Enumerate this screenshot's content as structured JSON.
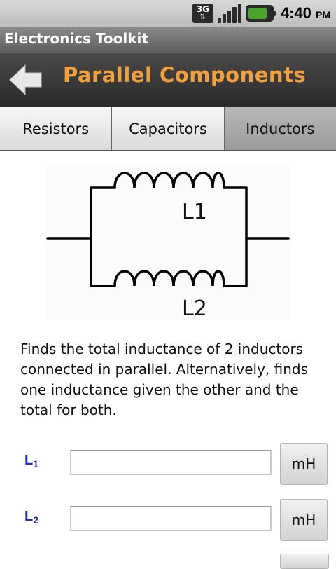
{
  "status_bar": {
    "network": "3G",
    "time": "4:40",
    "ampm": "PM"
  },
  "app": {
    "title": "Electronics Toolkit"
  },
  "header": {
    "title": "Parallel Components"
  },
  "tabs": [
    {
      "label": "Resistors",
      "active": false
    },
    {
      "label": "Capacitors",
      "active": false
    },
    {
      "label": "Inductors",
      "active": true
    }
  ],
  "diagram": {
    "labels": [
      "L1",
      "L2"
    ]
  },
  "description": "Finds the total inductance of 2 inductors connected in parallel. Alternatively, finds one inductance given the other and the total for both.",
  "fields": [
    {
      "label": "L",
      "subscript": "1",
      "value": "",
      "unit": "mH"
    },
    {
      "label": "L",
      "subscript": "2",
      "value": "",
      "unit": "mH"
    }
  ],
  "colors": {
    "header_title": "#f2a03d",
    "field_label": "#1a2fb5"
  }
}
